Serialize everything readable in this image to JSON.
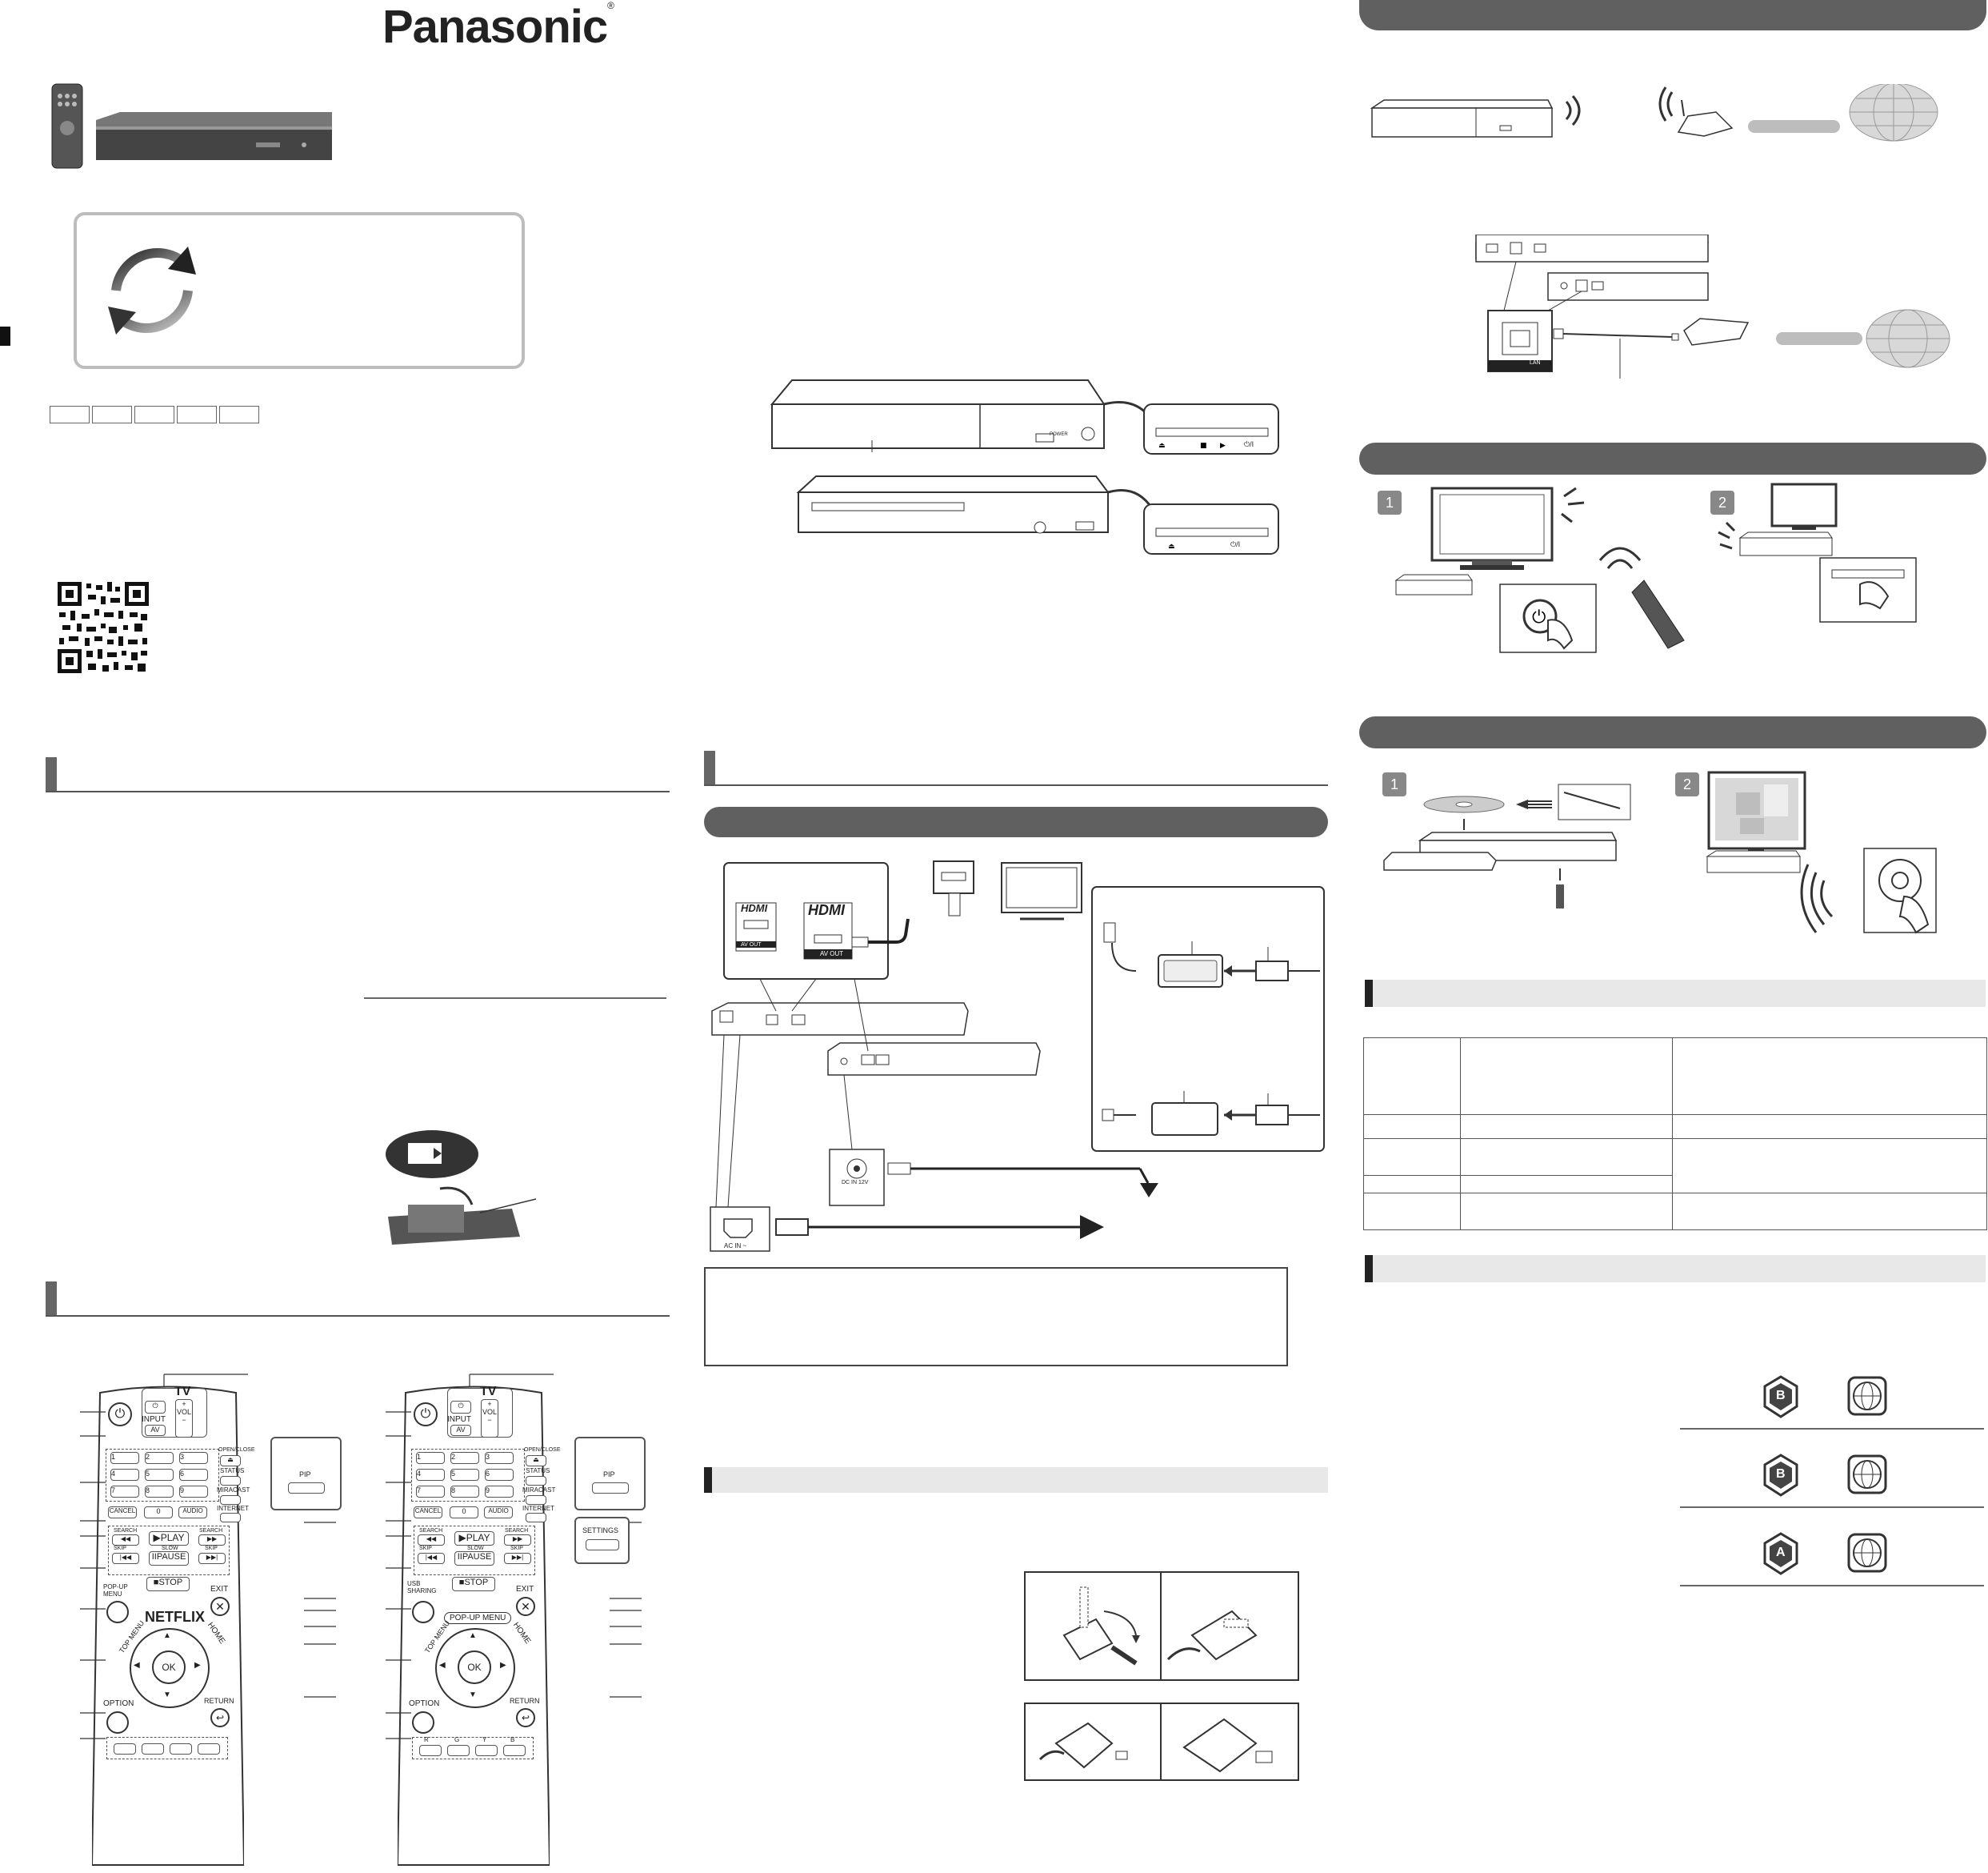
{
  "header": {
    "brand": "Panasonic",
    "registered": "®"
  },
  "region_flags": [
    "B",
    "B",
    "A"
  ],
  "remote_a": {
    "tv_label": "TV",
    "input_label": "INPUT",
    "av_label": "AV",
    "vol_label": "VOL",
    "keys": [
      "1",
      "2",
      "3",
      "4",
      "5",
      "6",
      "7",
      "8",
      "9",
      "0"
    ],
    "cancel": "CANCEL",
    "audio": "AUDIO",
    "open_close": "OPEN/CLOSE",
    "status": "STATUS",
    "miracast": "MIRACAST",
    "internet": "INTERNET",
    "search_left": "SEARCH",
    "search_right": "SEARCH",
    "play": "PLAY",
    "slow": "SLOW",
    "skip_left": "SKIP",
    "skip_right": "SKIP",
    "pause": "PAUSE",
    "stop": "STOP",
    "popup_menu": "POP-UP MENU",
    "exit": "EXIT",
    "netflix": "NETFLIX",
    "top_menu": "TOP MENU",
    "home": "HOME",
    "ok": "OK",
    "option": "OPTION",
    "return": "RETURN",
    "pip": "PIP"
  },
  "remote_b": {
    "tv_label": "TV",
    "input_label": "INPUT",
    "av_label": "AV",
    "vol_label": "VOL",
    "keys": [
      "1",
      "2",
      "3",
      "4",
      "5",
      "6",
      "7",
      "8",
      "9",
      "0"
    ],
    "cancel": "CANCEL",
    "audio": "AUDIO",
    "open_close": "OPEN/CLOSE",
    "status": "STATUS",
    "miracast": "MIRACAST",
    "internet": "INTERNET",
    "search_left": "SEARCH",
    "search_right": "SEARCH",
    "play": "PLAY",
    "slow": "SLOW",
    "skip_left": "SKIP",
    "skip_right": "SKIP",
    "pause": "PAUSE",
    "stop": "STOP",
    "usb_sharing": "USB SHARING",
    "exit": "EXIT",
    "popup_menu": "POP-UP MENU",
    "top_menu": "TOP MENU",
    "home": "HOME",
    "ok": "OK",
    "option": "OPTION",
    "return": "RETURN",
    "color_keys": [
      "R",
      "G",
      "Y",
      "B"
    ],
    "pip": "PIP",
    "settings": "SETTINGS"
  },
  "connection": {
    "hdmi_a": "HDMI",
    "hdmi_b": "HDMI",
    "av_out_a": "AV OUT",
    "av_out_b": "AV OUT",
    "dc_in": "DC IN 12V",
    "ac_in": "AC IN ~",
    "lan": "LAN"
  },
  "front_panel": {
    "power_label": "POWER",
    "standby_a": "⏻/I",
    "standby_b": "⏻/I"
  },
  "steps": [
    "1",
    "2",
    "1",
    "2"
  ]
}
